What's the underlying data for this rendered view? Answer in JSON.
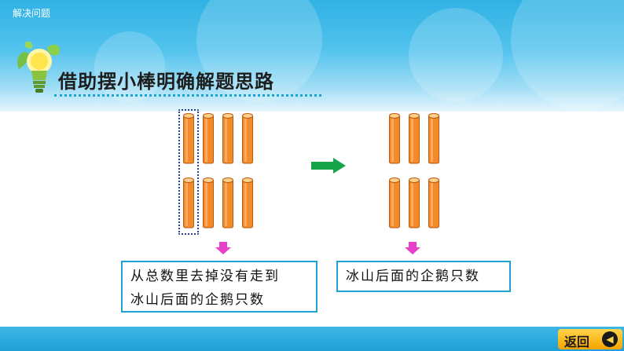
{
  "header": {
    "lesson_title": "解决问题"
  },
  "section": {
    "heading": "借助摆小棒明确解题思路"
  },
  "sticks": {
    "left_group": {
      "rows": 2,
      "columns": 4,
      "highlighted_column": 1
    },
    "right_group": {
      "rows": 2,
      "columns": 3
    }
  },
  "captions": {
    "left_line1": "从总数里去掉没有走到",
    "left_line2": "冰山后面的企鹅只数",
    "right": "冰山后面的企鹅只数"
  },
  "footer": {
    "return_label": "返回",
    "return_icon": "return-icon"
  },
  "colors": {
    "stick_orange": "#f38a2b",
    "stick_edge": "#b85a10",
    "arrow_green": "#17a34a",
    "arrow_magenta": "#e840c9",
    "box_border": "#1ea1d3",
    "banner_blue": "#2fb2e4"
  }
}
